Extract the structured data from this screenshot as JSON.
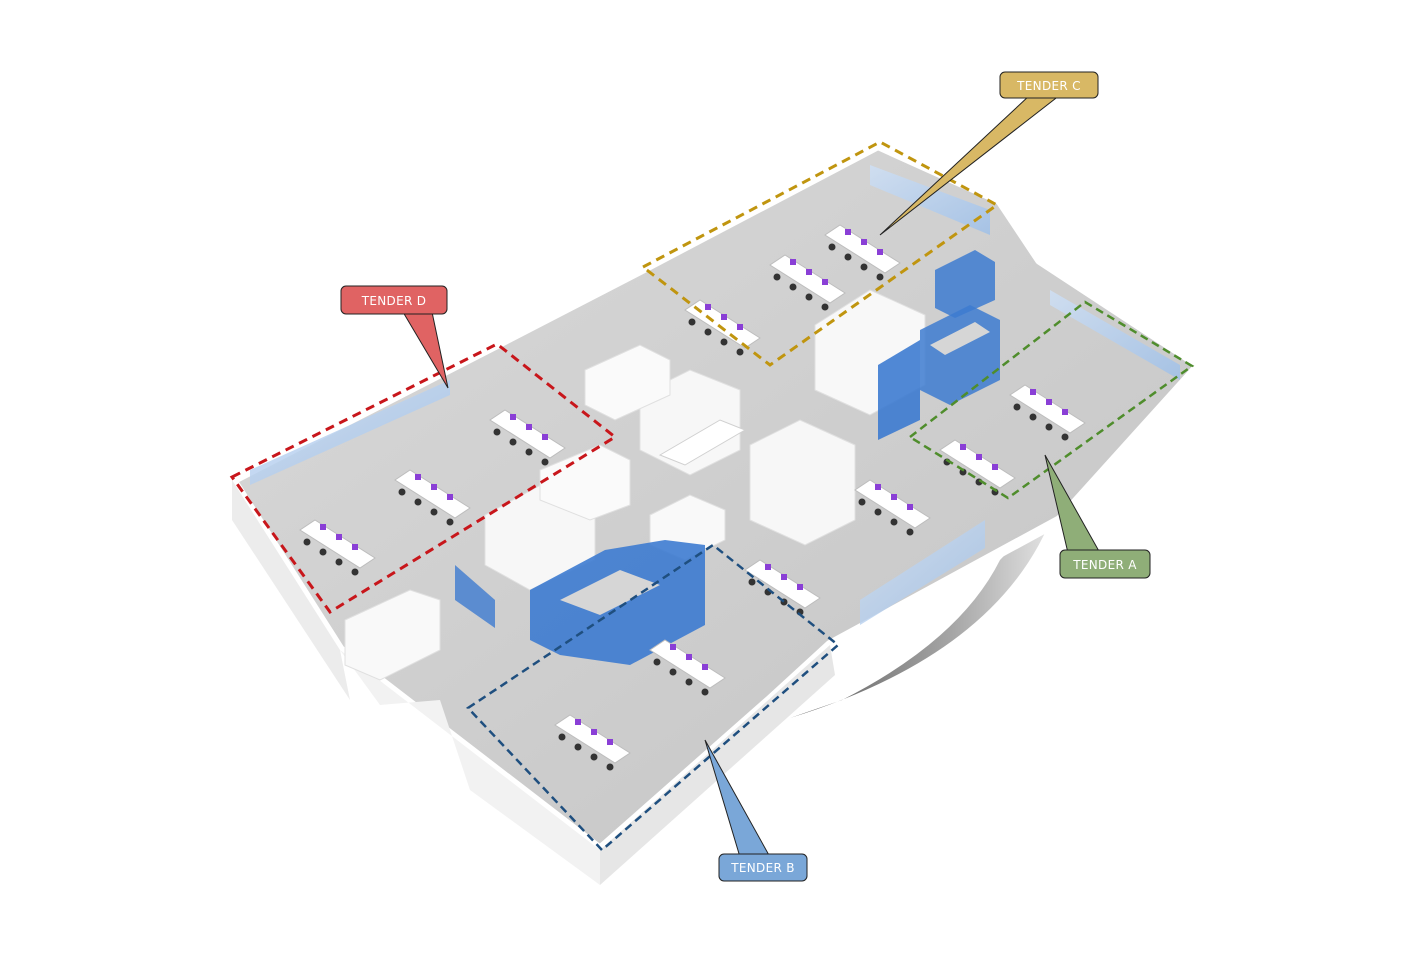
{
  "tenders": [
    {
      "id": "d",
      "label": "TENDER D",
      "color": "#e06363",
      "zone_color": "#c8161b"
    },
    {
      "id": "c",
      "label": "TENDER C",
      "color": "#d8b865",
      "zone_color": "#c0950f"
    },
    {
      "id": "a",
      "label": "TENDER A",
      "color": "#8fae78",
      "zone_color": "#4f8d2c"
    },
    {
      "id": "b",
      "label": "TENDER B",
      "color": "#7aa7d8",
      "zone_color": "#1f4f7f"
    }
  ],
  "room_color": "#3d7bd0"
}
